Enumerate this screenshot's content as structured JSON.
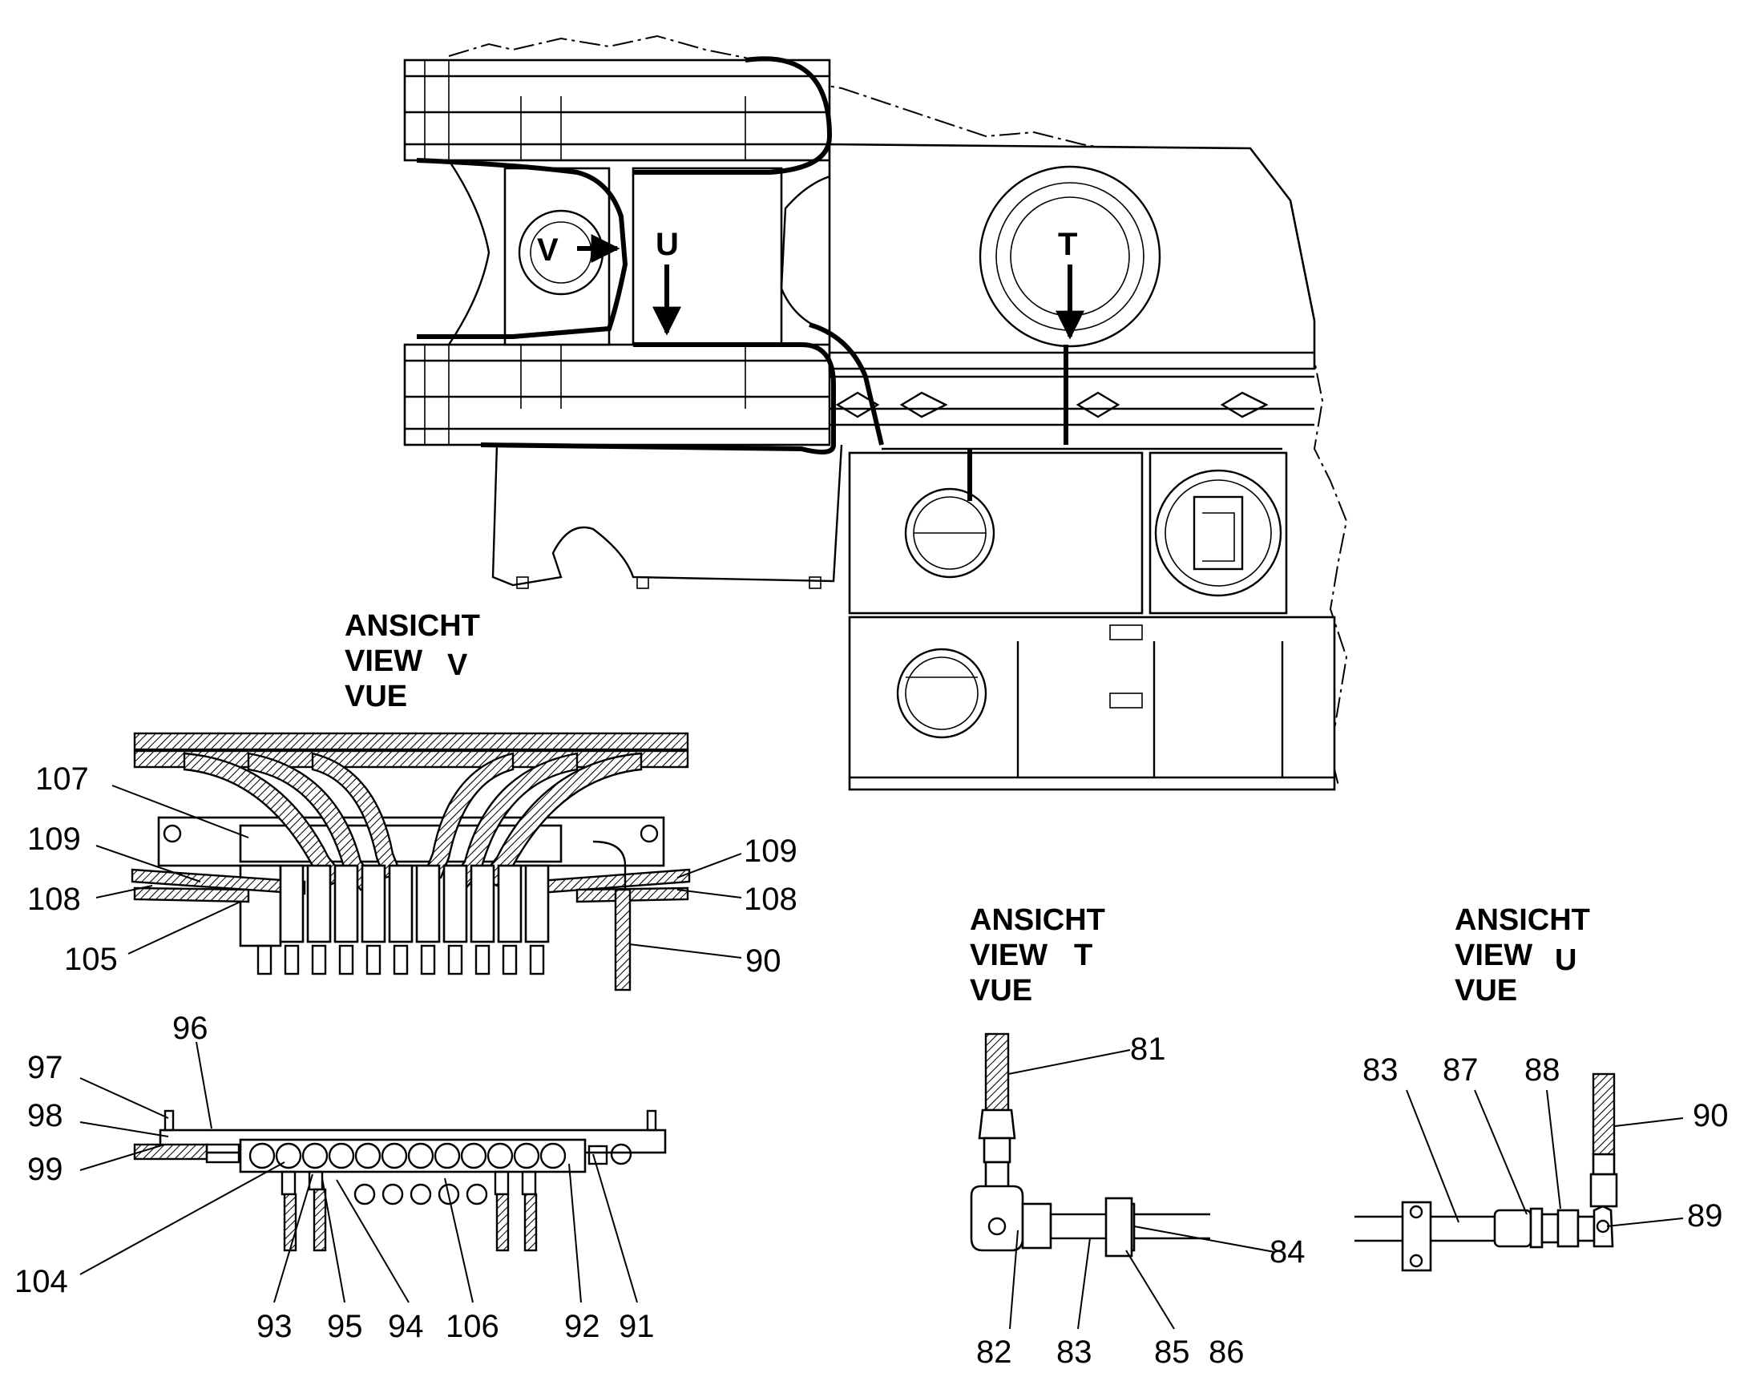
{
  "views": {
    "v": {
      "line1": "ANSICHT",
      "line2": "VIEW",
      "letter": "V",
      "line3": "VUE"
    },
    "t": {
      "line1": "ANSICHT",
      "line2": "VIEW",
      "letter": "T",
      "line3": "VUE"
    },
    "u": {
      "line1": "ANSICHT",
      "line2": "VIEW",
      "letter": "U",
      "line3": "VUE"
    }
  },
  "markers": {
    "v": "V",
    "u": "U",
    "t": "T"
  },
  "callouts_v": {
    "c107": "107",
    "c109l": "109",
    "c108l": "108",
    "c105": "105",
    "c109r": "109",
    "c108r": "108",
    "c90": "90"
  },
  "callouts_bottom": {
    "c96": "96",
    "c97": "97",
    "c98": "98",
    "c99": "99",
    "c104": "104",
    "c93": "93",
    "c95": "95",
    "c94": "94",
    "c106": "106",
    "c92": "92",
    "c91": "91"
  },
  "callouts_t": {
    "c81": "81",
    "c82": "82",
    "c83": "83",
    "c84": "84",
    "c85": "85",
    "c86": "86"
  },
  "callouts_u": {
    "c83": "83",
    "c87": "87",
    "c88": "88",
    "c90": "90",
    "c89": "89"
  }
}
